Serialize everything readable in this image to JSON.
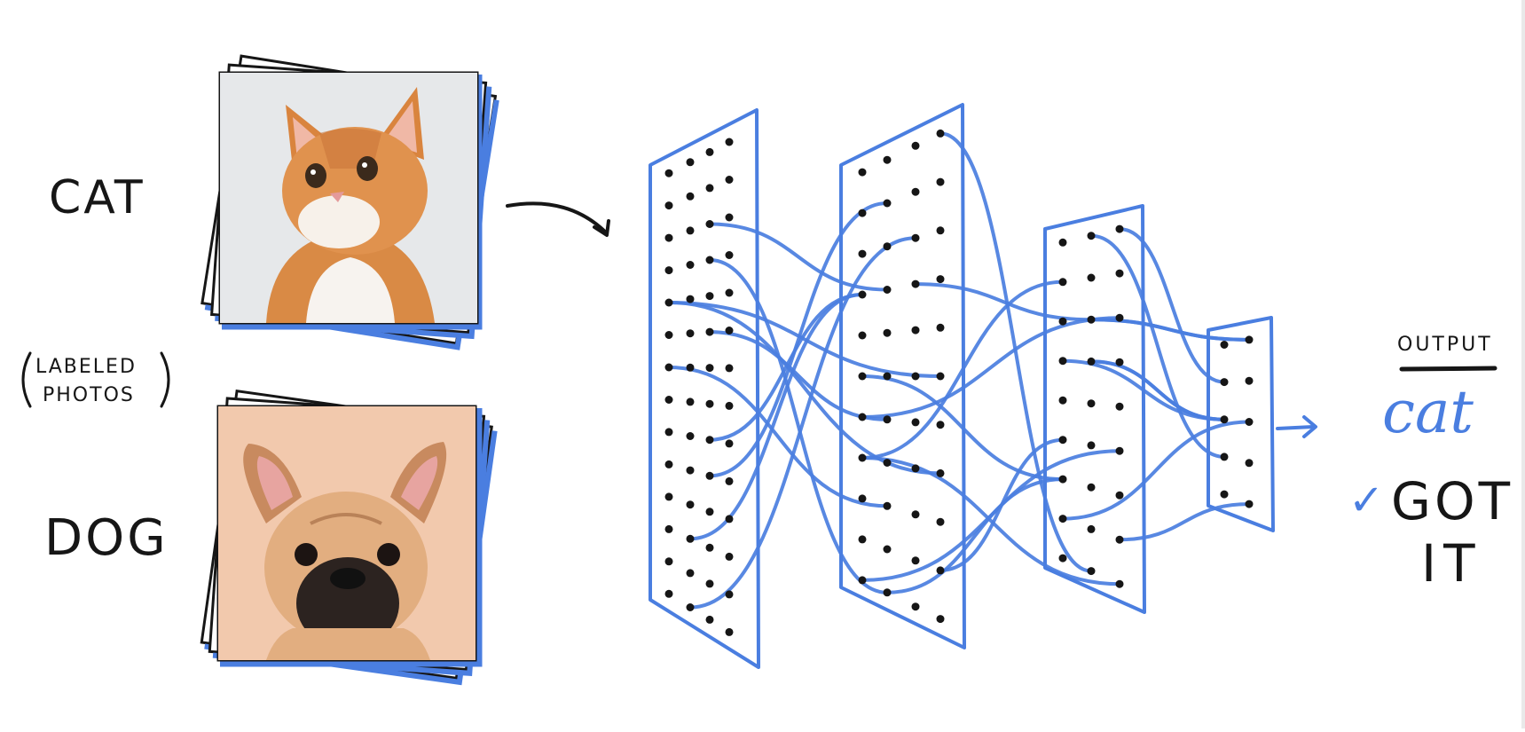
{
  "labels": {
    "cat": "CAT",
    "dog": "DOG",
    "labeled_line1": "LABELED",
    "labeled_line2": "PHOTOS",
    "output_heading": "OUTPUT",
    "output_value": "cat",
    "check": "✓",
    "got": "GOT",
    "it": "IT"
  },
  "colors": {
    "network_blue": "#4a7ee0",
    "ink": "#161616",
    "cat_bg": "#e6e8ea",
    "dog_bg": "#f2c9ad"
  },
  "images": {
    "cat_photo": "cat-photo-icon",
    "dog_photo": "dog-photo-icon"
  },
  "network": {
    "layers": 4,
    "connections": 28
  }
}
